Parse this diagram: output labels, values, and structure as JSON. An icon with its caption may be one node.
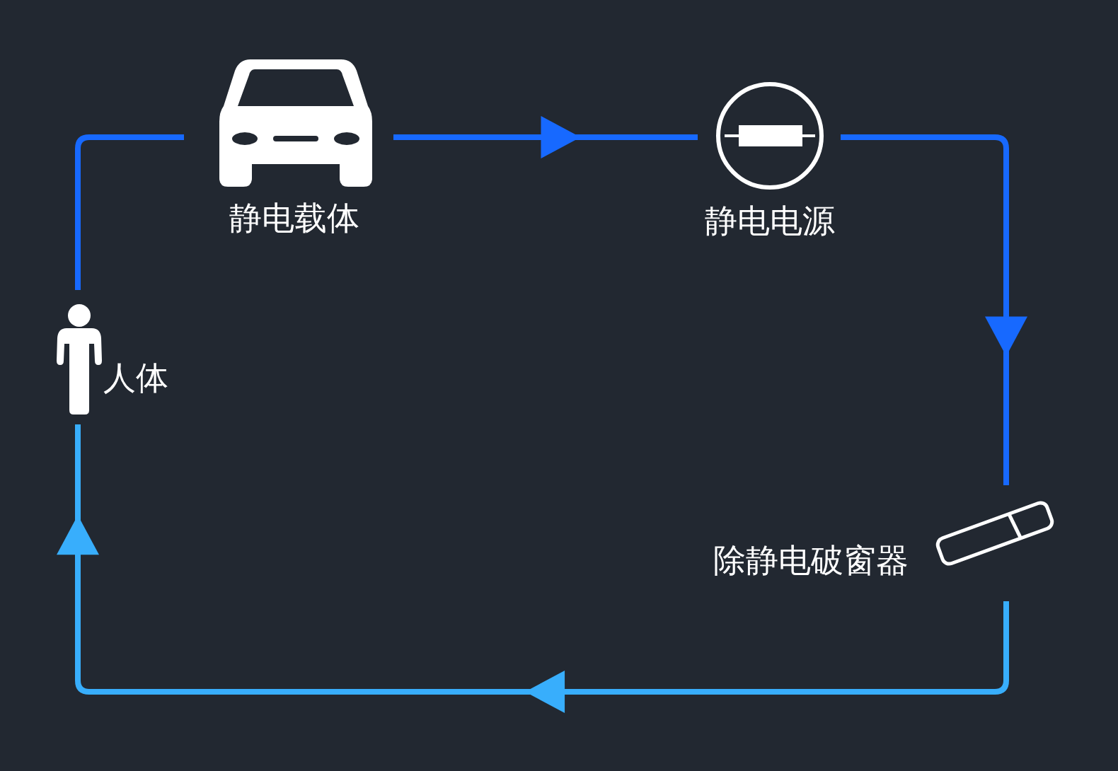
{
  "diagram": {
    "nodes": [
      {
        "text": [
          "静电载体"
        ]
      },
      {
        "text": [
          "静电电源"
        ]
      },
      {
        "text": [
          "除静电破窗器"
        ]
      },
      {
        "text": [
          "人体"
        ]
      }
    ],
    "edges": [
      {
        "from": 0,
        "to": 1,
        "arrow": "to"
      },
      {
        "from": 1,
        "to": 2,
        "arrow": "to"
      },
      {
        "from": 2,
        "to": 3,
        "arrow": "to",
        "color": "#38aefc"
      },
      {
        "from": 3,
        "to": 0,
        "arrow": "none"
      }
    ]
  }
}
